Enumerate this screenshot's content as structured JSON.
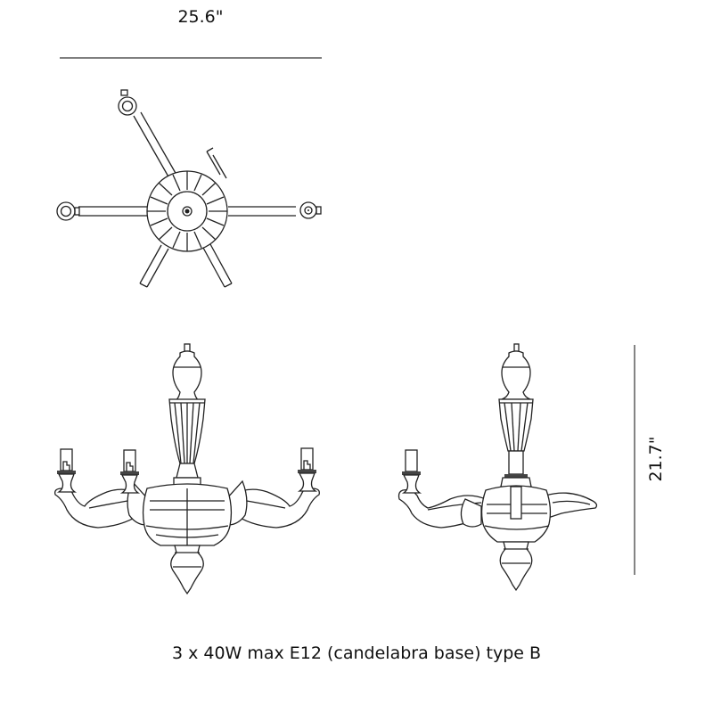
{
  "dimensions": {
    "width": "25.6\"",
    "height": "21.7\""
  },
  "views": [
    {
      "name": "top-view",
      "arms": 6,
      "candle_arms": 3
    },
    {
      "name": "front-view",
      "candles": 3
    },
    {
      "name": "side-view",
      "candles": 1
    }
  ],
  "caption": "3 x 40W max E12 (candelabra base) type B",
  "colors": {
    "line": "#222222",
    "background": "#ffffff"
  }
}
